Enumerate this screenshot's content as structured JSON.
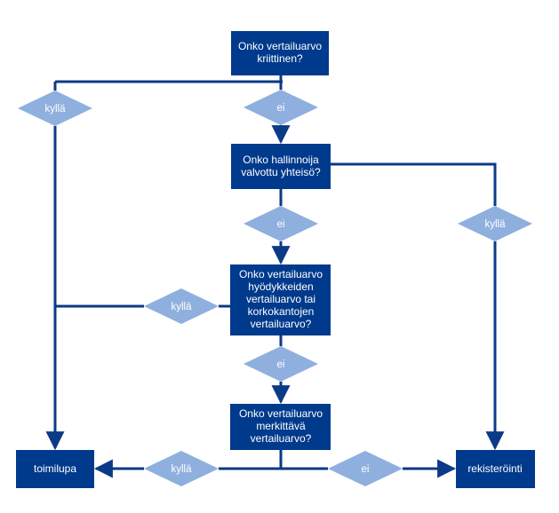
{
  "colors": {
    "box_fill": "#003A8C",
    "diamond_fill": "#8FB0DE",
    "line": "#0B3A86",
    "text": "#FFFFFF"
  },
  "nodes": {
    "q1": {
      "type": "question",
      "lines": [
        "Onko vertailuarvo",
        "kriittinen?"
      ]
    },
    "q2": {
      "type": "question",
      "lines": [
        "Onko hallinnoija",
        "valvottu yhteisö?"
      ]
    },
    "q3": {
      "type": "question",
      "lines": [
        "Onko vertailuarvo",
        "hyödykkeiden",
        "vertailuarvo tai",
        "korkokantojen",
        "vertailuarvo?"
      ]
    },
    "q4": {
      "type": "question",
      "lines": [
        "Onko vertailuarvo",
        "merkittävä",
        "vertailuarvo?"
      ]
    },
    "out_license": {
      "type": "outcome",
      "lines": [
        "toimilupa"
      ]
    },
    "out_registration": {
      "type": "outcome",
      "lines": [
        "rekisteröinti"
      ]
    }
  },
  "decisions": {
    "q1_yes": "kyllä",
    "q1_no": "ei",
    "q2_yes": "kyllä",
    "q2_no": "ei",
    "q3_yes": "kyllä",
    "q3_no": "ei",
    "q4_yes": "kyllä",
    "q4_no": "ei"
  },
  "edges": [
    {
      "from": "q1",
      "to": "q1_yes"
    },
    {
      "from": "q1",
      "to": "q1_no"
    },
    {
      "from": "q1_yes",
      "to": "out_license"
    },
    {
      "from": "q1_no",
      "to": "q2"
    },
    {
      "from": "q2",
      "to": "q2_yes"
    },
    {
      "from": "q2",
      "to": "q2_no"
    },
    {
      "from": "q2_yes",
      "to": "out_registration"
    },
    {
      "from": "q2_no",
      "to": "q3"
    },
    {
      "from": "q3",
      "to": "q3_yes"
    },
    {
      "from": "q3_yes",
      "to": "out_license"
    },
    {
      "from": "q3",
      "to": "q3_no"
    },
    {
      "from": "q3_no",
      "to": "q4"
    },
    {
      "from": "q4",
      "to": "q4_yes"
    },
    {
      "from": "q4_yes",
      "to": "out_license"
    },
    {
      "from": "q4",
      "to": "q4_no"
    },
    {
      "from": "q4_no",
      "to": "out_registration"
    }
  ]
}
